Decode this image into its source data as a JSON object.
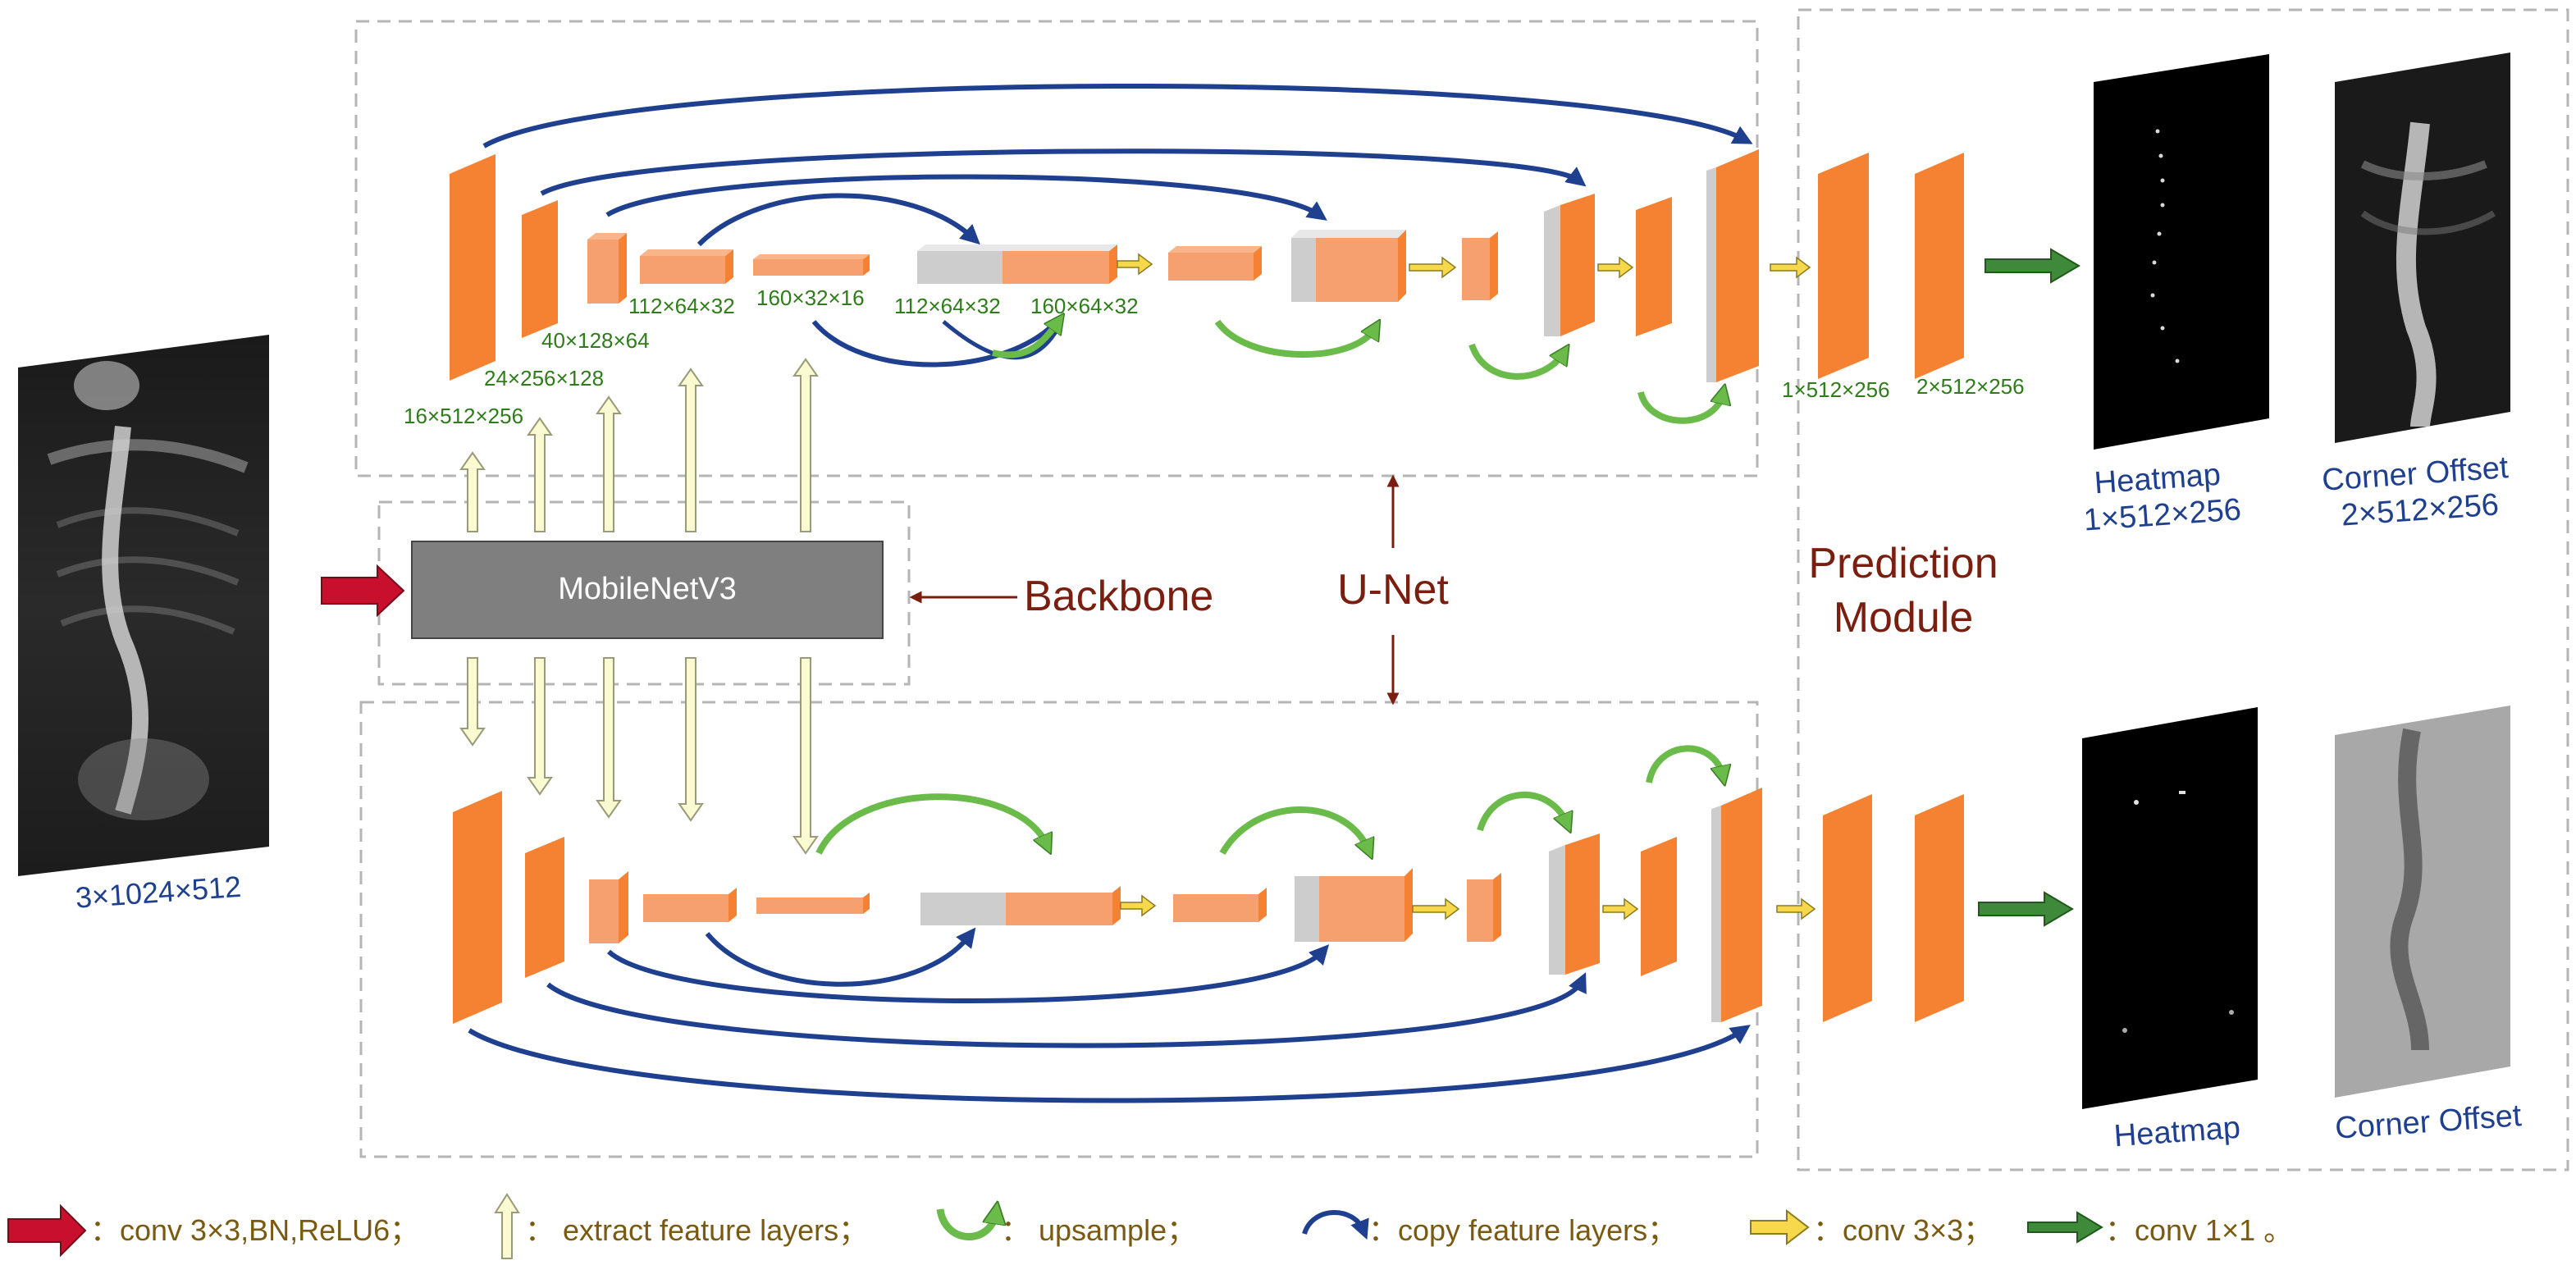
{
  "input": {
    "dims": "3×1024×512"
  },
  "backbone": {
    "box_label": "MobileNetV3",
    "label": "Backbone"
  },
  "unet": {
    "label": "U-Net"
  },
  "prediction": {
    "line1": "Prediction",
    "line2": "Module"
  },
  "top_dims": {
    "d1": "16×512×256",
    "d2": "24×256×128",
    "d3": "40×128×64",
    "d4": "112×64×32",
    "d5": "160×32×16",
    "d6": "112×64×32",
    "d7": "160×64×32",
    "p1": "1×512×256",
    "p2": "2×512×256"
  },
  "outputs": {
    "heatmap_top": "Heatmap",
    "heatmap_top_dims": "1×512×256",
    "offset_top": "Corner Offset",
    "offset_top_dims": "2×512×256",
    "heatmap_bottom": "Heatmap",
    "offset_bottom": "Corner Offset"
  },
  "legend": {
    "conv_bn": "：conv 3×3,BN,ReLU6；",
    "extract": "：  extract feature layers；",
    "upsample": "：  upsample；",
    "copy": "：copy feature layers；",
    "conv3": "：conv 3×3；",
    "conv1": "：conv 1×1 。"
  },
  "colors": {
    "orange_front": "#f58233",
    "orange_light": "#f5a06e",
    "gray_block": "#cdcdcd",
    "blue_arrow": "#1f3f8f",
    "green_arrow": "#6abb4a",
    "pale_arrow": "#fbfbd2",
    "label_green": "#2e7d1a",
    "label_blue": "#1f3f8f",
    "label_brown": "#7a1f10",
    "legend_text": "#7a5a10",
    "box_gray": "#7f7f7f"
  }
}
